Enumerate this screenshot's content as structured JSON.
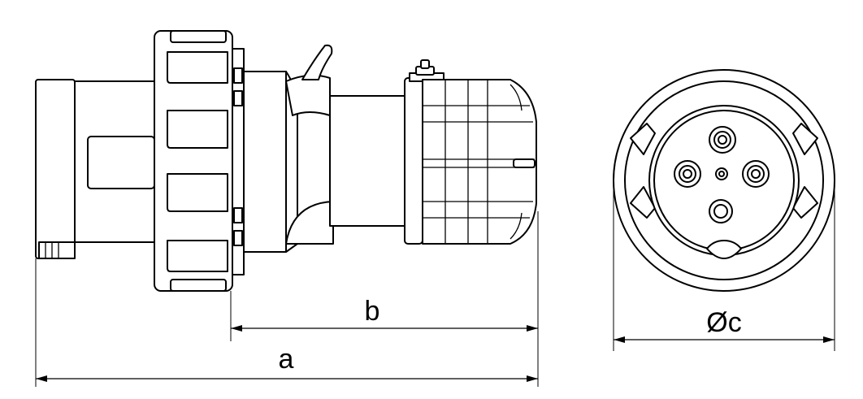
{
  "dimensions": {
    "a": "a",
    "b": "b",
    "c": "Øc"
  },
  "colors": {
    "line": "#000000",
    "background": "#ffffff"
  }
}
